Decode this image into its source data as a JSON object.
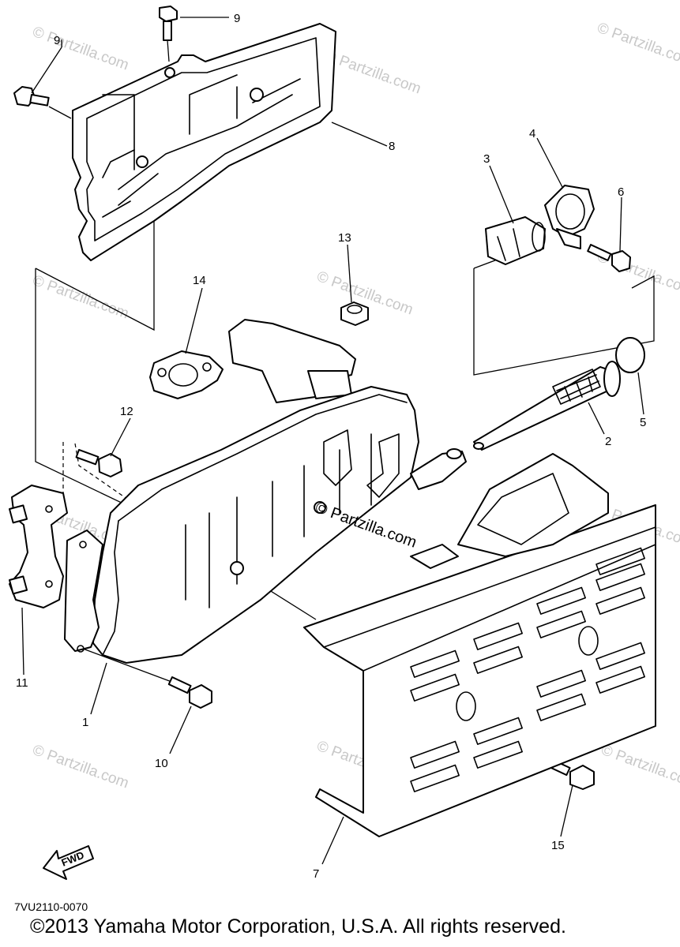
{
  "diagram": {
    "callouts": [
      "1",
      "2",
      "3",
      "4",
      "5",
      "6",
      "7",
      "8",
      "9",
      "9",
      "10",
      "11",
      "12",
      "13",
      "14",
      "15"
    ],
    "watermark": "© Partzilla.com",
    "watermark_center": "© Partzilla.com",
    "fwd_label": "FWD",
    "diagram_code": "7VU2110-0070",
    "copyright": "©2013 Yamaha Motor Corporation, U.S.A. All rights reserved."
  }
}
